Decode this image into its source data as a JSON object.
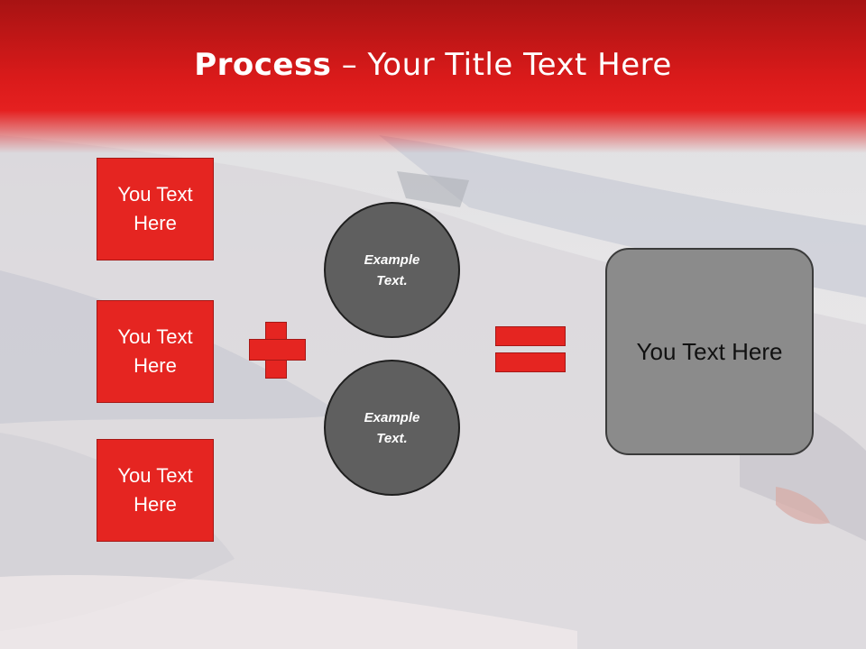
{
  "slide": {
    "title_bold": "Process",
    "title_rest": " – Your Title Text Here"
  },
  "left_boxes": [
    {
      "label": "You Text Here"
    },
    {
      "label": "You Text Here"
    },
    {
      "label": "You Text Here"
    }
  ],
  "circles": [
    {
      "label": "Example Text."
    },
    {
      "label": "Example Text."
    }
  ],
  "result_box": {
    "label": "You Text Here"
  },
  "colors": {
    "header_red": "#d91a1a",
    "box_red": "#e52521",
    "circle_gray": "#5f5f5f",
    "result_gray": "#8b8b8b"
  }
}
